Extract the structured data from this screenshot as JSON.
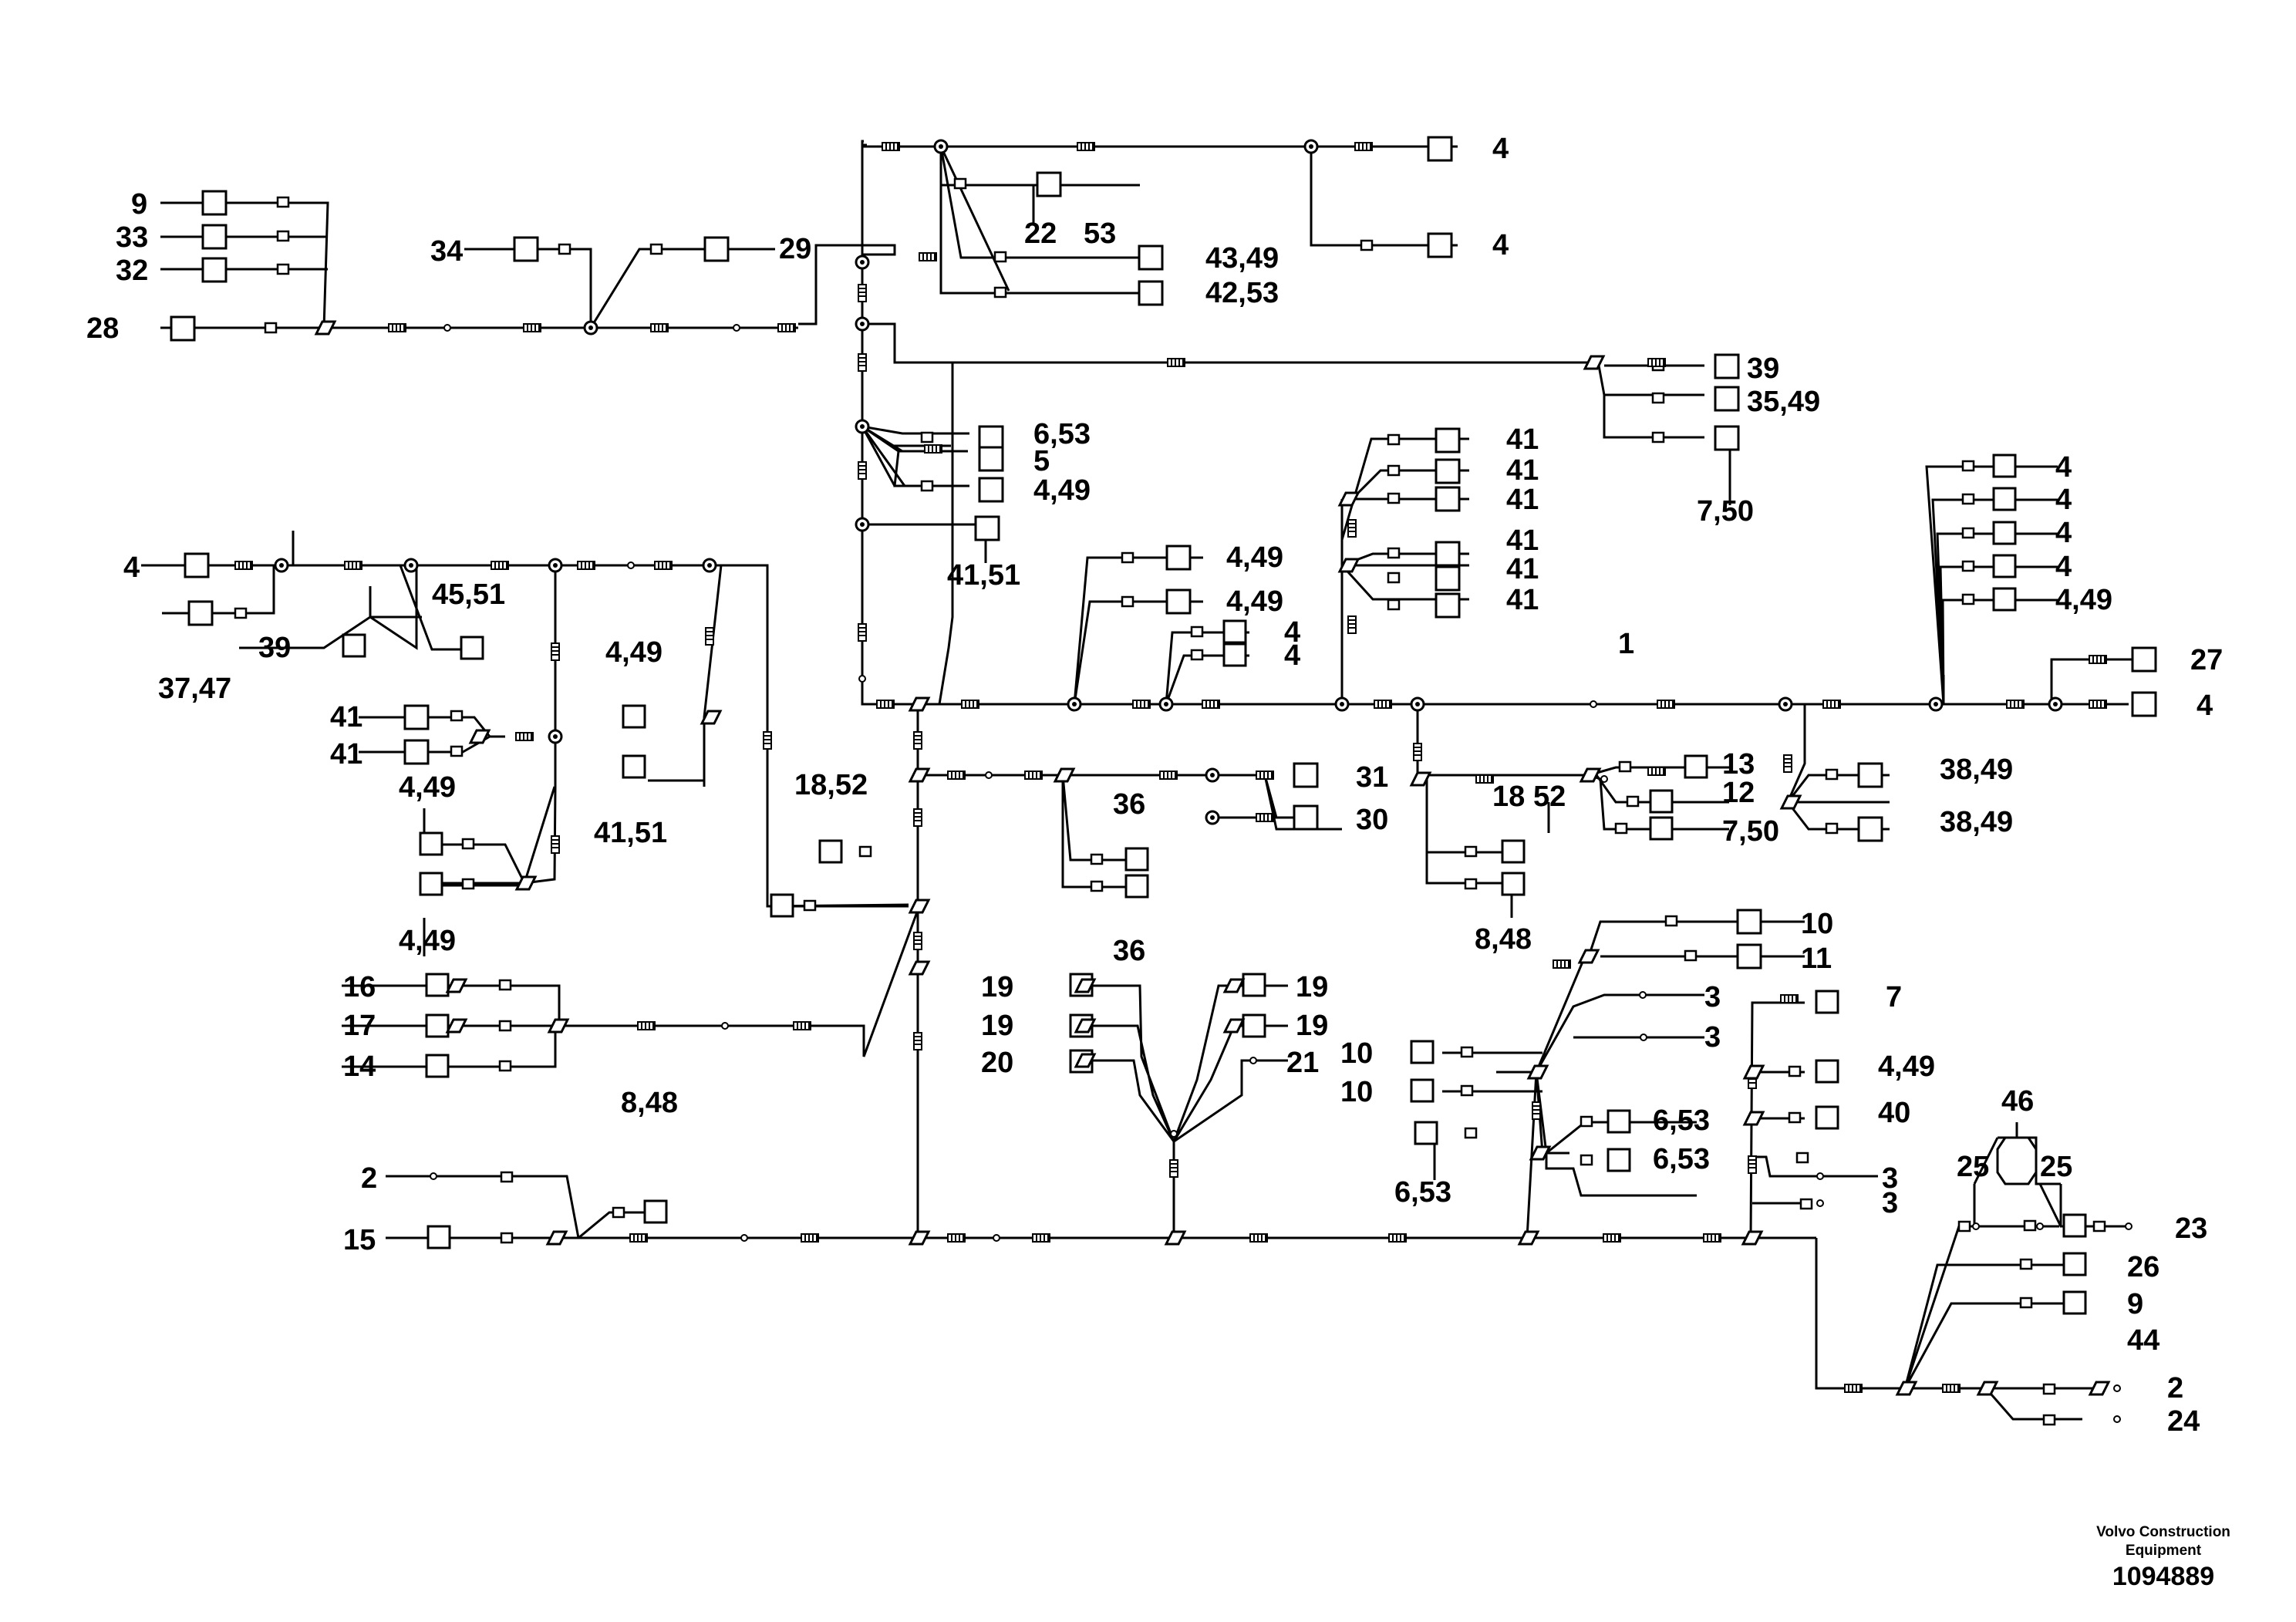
{
  "diagram": {
    "labels": [
      {
        "id": "L1",
        "text": "4"
      },
      {
        "id": "L2",
        "text": "4"
      },
      {
        "id": "L3",
        "text": "22"
      },
      {
        "id": "L4",
        "text": "53"
      },
      {
        "id": "L5",
        "text": "43,49"
      },
      {
        "id": "L6",
        "text": "42,53"
      },
      {
        "id": "L7",
        "text": "9"
      },
      {
        "id": "L8",
        "text": "33"
      },
      {
        "id": "L9",
        "text": "32"
      },
      {
        "id": "L10",
        "text": "28"
      },
      {
        "id": "L11",
        "text": "34"
      },
      {
        "id": "L12",
        "text": "29"
      },
      {
        "id": "L13",
        "text": "39"
      },
      {
        "id": "L14",
        "text": "35,49"
      },
      {
        "id": "L15",
        "text": "7,50"
      },
      {
        "id": "L16",
        "text": "6,53"
      },
      {
        "id": "L17",
        "text": "5"
      },
      {
        "id": "L18",
        "text": "4,49"
      },
      {
        "id": "L19",
        "text": "41,51"
      },
      {
        "id": "L20",
        "text": "41"
      },
      {
        "id": "L21",
        "text": "41"
      },
      {
        "id": "L22",
        "text": "41"
      },
      {
        "id": "L23",
        "text": "41"
      },
      {
        "id": "L24",
        "text": "41"
      },
      {
        "id": "L25",
        "text": "41"
      },
      {
        "id": "L26",
        "text": "4"
      },
      {
        "id": "L27",
        "text": "4"
      },
      {
        "id": "L28",
        "text": "4"
      },
      {
        "id": "L29",
        "text": "4"
      },
      {
        "id": "L30",
        "text": "4,49"
      },
      {
        "id": "L31",
        "text": "27"
      },
      {
        "id": "L32",
        "text": "4"
      },
      {
        "id": "L33",
        "text": "1"
      },
      {
        "id": "L34",
        "text": "4,49"
      },
      {
        "id": "L35",
        "text": "4,49"
      },
      {
        "id": "L36",
        "text": "4"
      },
      {
        "id": "L37",
        "text": "4"
      },
      {
        "id": "L38",
        "text": "4"
      },
      {
        "id": "L39",
        "text": "37,47"
      },
      {
        "id": "L40",
        "text": "39"
      },
      {
        "id": "L41",
        "text": "45,51"
      },
      {
        "id": "L42",
        "text": "4,49"
      },
      {
        "id": "L43",
        "text": "41,51"
      },
      {
        "id": "L44",
        "text": "41"
      },
      {
        "id": "L45",
        "text": "41"
      },
      {
        "id": "L46",
        "text": "4,49"
      },
      {
        "id": "L47",
        "text": "4,49"
      },
      {
        "id": "L48",
        "text": "18,52"
      },
      {
        "id": "L49",
        "text": "31"
      },
      {
        "id": "L50",
        "text": "30"
      },
      {
        "id": "L51",
        "text": "36"
      },
      {
        "id": "L52",
        "text": "36"
      },
      {
        "id": "L53",
        "text": "13"
      },
      {
        "id": "L54",
        "text": "12"
      },
      {
        "id": "L55",
        "text": "7,50"
      },
      {
        "id": "L56",
        "text": "18"
      },
      {
        "id": "L57",
        "text": "52"
      },
      {
        "id": "L58",
        "text": "8,48"
      },
      {
        "id": "L59",
        "text": "38,49"
      },
      {
        "id": "L60",
        "text": "38,49"
      },
      {
        "id": "L61",
        "text": "16"
      },
      {
        "id": "L62",
        "text": "17"
      },
      {
        "id": "L63",
        "text": "14"
      },
      {
        "id": "L64",
        "text": "19"
      },
      {
        "id": "L65",
        "text": "19"
      },
      {
        "id": "L66",
        "text": "20"
      },
      {
        "id": "L67",
        "text": "19"
      },
      {
        "id": "L68",
        "text": "19"
      },
      {
        "id": "L69",
        "text": "21"
      },
      {
        "id": "L70",
        "text": "10"
      },
      {
        "id": "L71",
        "text": "11"
      },
      {
        "id": "L72",
        "text": "3"
      },
      {
        "id": "L73",
        "text": "3"
      },
      {
        "id": "L74",
        "text": "10"
      },
      {
        "id": "L75",
        "text": "10"
      },
      {
        "id": "L76",
        "text": "6,53"
      },
      {
        "id": "L77",
        "text": "6,53"
      },
      {
        "id": "L78",
        "text": "6,53"
      },
      {
        "id": "L79",
        "text": "7"
      },
      {
        "id": "L80",
        "text": "4,49"
      },
      {
        "id": "L81",
        "text": "40"
      },
      {
        "id": "L82",
        "text": "3"
      },
      {
        "id": "L83",
        "text": "3"
      },
      {
        "id": "L84",
        "text": "46"
      },
      {
        "id": "L85",
        "text": "25"
      },
      {
        "id": "L86",
        "text": "25"
      },
      {
        "id": "L87",
        "text": "23"
      },
      {
        "id": "L88",
        "text": "26"
      },
      {
        "id": "L89",
        "text": "9"
      },
      {
        "id": "L90",
        "text": "44"
      },
      {
        "id": "L91",
        "text": "2"
      },
      {
        "id": "L92",
        "text": "24"
      },
      {
        "id": "L93",
        "text": "8,48"
      },
      {
        "id": "L94",
        "text": "2"
      },
      {
        "id": "L95",
        "text": "15"
      }
    ]
  },
  "footer": {
    "brand_line1": "Volvo Construction",
    "brand_line2": "Equipment",
    "doc_number": "1094889"
  }
}
